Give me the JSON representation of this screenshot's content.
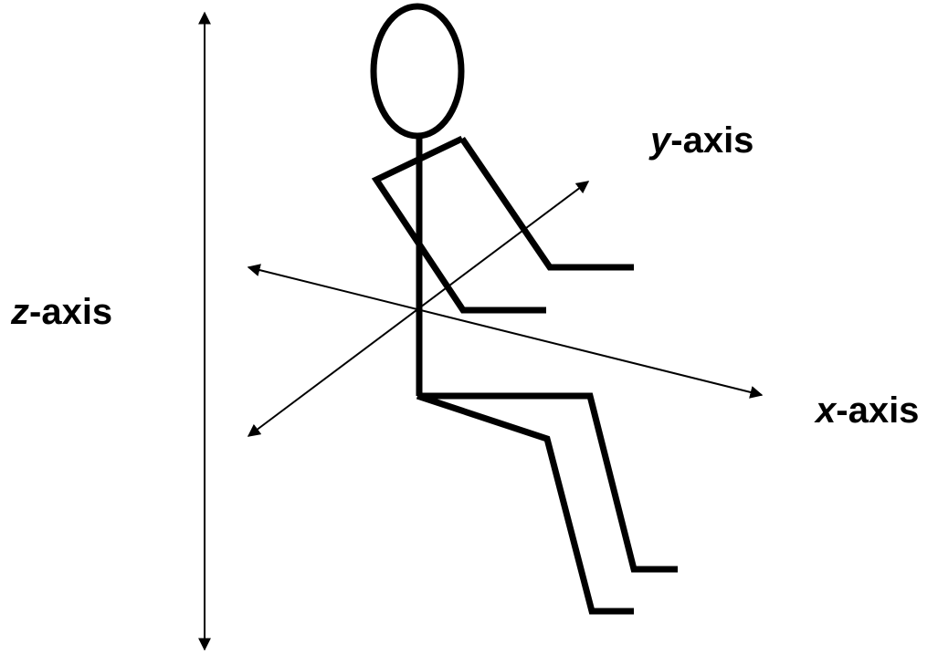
{
  "labels": {
    "z_axis": {
      "letter": "z",
      "suffix": "-axis"
    },
    "y_axis": {
      "letter": "y",
      "suffix": "-axis"
    },
    "x_axis": {
      "letter": "x",
      "suffix": "-axis"
    }
  },
  "colors": {
    "ink": "#000000",
    "background": "#ffffff"
  }
}
